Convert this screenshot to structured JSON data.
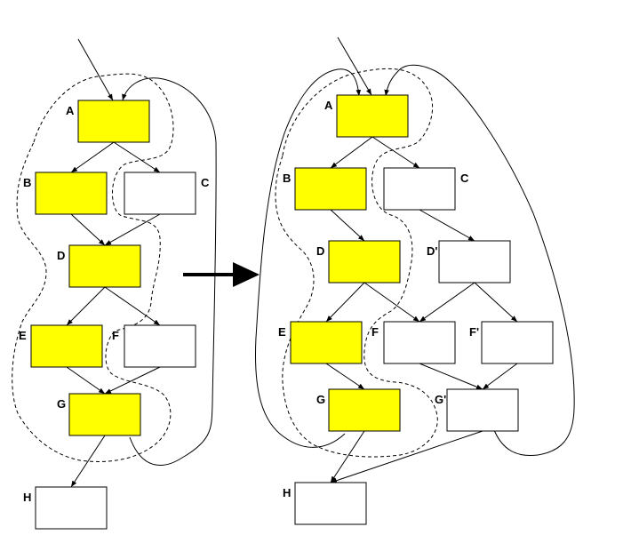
{
  "colors": {
    "highlight": "#ffff00",
    "plain": "#ffffff",
    "stroke": "#000000"
  },
  "left_graph": {
    "nodes": [
      {
        "id": "A",
        "label": "A",
        "highlighted": true
      },
      {
        "id": "B",
        "label": "B",
        "highlighted": true
      },
      {
        "id": "C",
        "label": "C",
        "highlighted": false
      },
      {
        "id": "D",
        "label": "D",
        "highlighted": true
      },
      {
        "id": "E",
        "label": "E",
        "highlighted": true
      },
      {
        "id": "F",
        "label": "F",
        "highlighted": false
      },
      {
        "id": "G",
        "label": "G",
        "highlighted": true
      },
      {
        "id": "H",
        "label": "H",
        "highlighted": false
      }
    ],
    "edges": [
      [
        "A",
        "B"
      ],
      [
        "A",
        "C"
      ],
      [
        "B",
        "D"
      ],
      [
        "C",
        "D"
      ],
      [
        "D",
        "E"
      ],
      [
        "D",
        "F"
      ],
      [
        "E",
        "G"
      ],
      [
        "F",
        "G"
      ],
      [
        "G",
        "H"
      ]
    ]
  },
  "right_graph": {
    "nodes": [
      {
        "id": "A",
        "label": "A",
        "highlighted": true
      },
      {
        "id": "B",
        "label": "B",
        "highlighted": true
      },
      {
        "id": "C",
        "label": "C",
        "highlighted": false
      },
      {
        "id": "D",
        "label": "D",
        "highlighted": true
      },
      {
        "id": "D2",
        "label": "D'",
        "highlighted": false
      },
      {
        "id": "E",
        "label": "E",
        "highlighted": true
      },
      {
        "id": "F",
        "label": "F",
        "highlighted": false
      },
      {
        "id": "F2",
        "label": "F'",
        "highlighted": false
      },
      {
        "id": "G",
        "label": "G",
        "highlighted": true
      },
      {
        "id": "G2",
        "label": "G'",
        "highlighted": false
      },
      {
        "id": "H",
        "label": "H",
        "highlighted": false
      }
    ],
    "edges": [
      [
        "A",
        "B"
      ],
      [
        "A",
        "C"
      ],
      [
        "B",
        "D"
      ],
      [
        "C",
        "D2"
      ],
      [
        "D",
        "E"
      ],
      [
        "D",
        "F"
      ],
      [
        "D2",
        "F"
      ],
      [
        "D2",
        "F2"
      ],
      [
        "E",
        "G"
      ],
      [
        "F",
        "G2"
      ],
      [
        "F2",
        "G2"
      ],
      [
        "G",
        "H"
      ],
      [
        "G2",
        "H"
      ]
    ]
  },
  "transform_arrow": "right-arrow-icon"
}
